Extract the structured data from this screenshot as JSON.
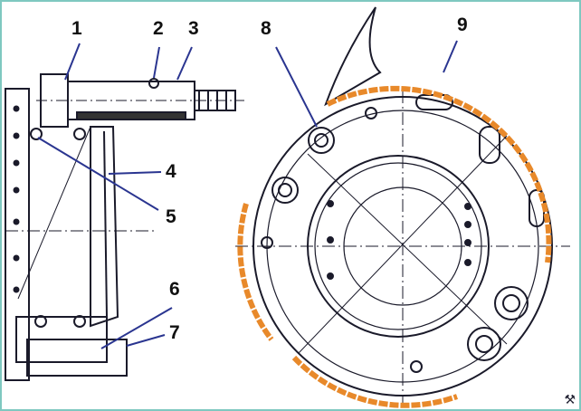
{
  "diagram": {
    "callouts": [
      "1",
      "2",
      "3",
      "4",
      "5",
      "6",
      "7",
      "8",
      "9"
    ],
    "colors": {
      "line": "#1a1a2a",
      "arrow": "#2a3590",
      "lining": "#e8892a",
      "border": "#7fc8c0"
    },
    "logo_icon": "wrench-screwdriver-icon"
  }
}
